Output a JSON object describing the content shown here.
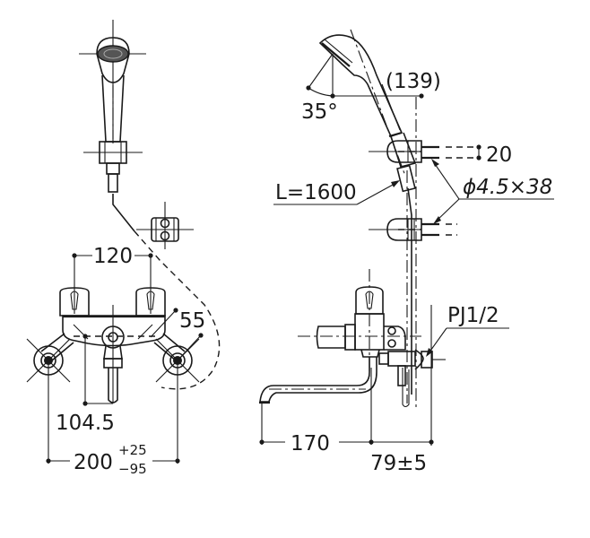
{
  "drawing": {
    "title": "Two-handle wall faucet with hand shower — dimension drawing",
    "line_color": "#1a1a1a",
    "background": "#ffffff"
  },
  "front_view": {
    "dimensions": {
      "handle_spacing": "120",
      "swing_radius": "55",
      "spout_offset": "104.5",
      "inlet_spacing": "200",
      "inlet_tol_plus": "+25",
      "inlet_tol_minus": "−95"
    }
  },
  "side_view": {
    "dimensions": {
      "shower_reach": "(139)",
      "shower_angle": "35°",
      "bracket_pitch": "20",
      "screw_spec": "ϕ4.5×38",
      "hose_length": "L=1600",
      "thread_spec": "PJ1/2",
      "spout_reach": "170",
      "wall_offset": "79±5"
    }
  }
}
